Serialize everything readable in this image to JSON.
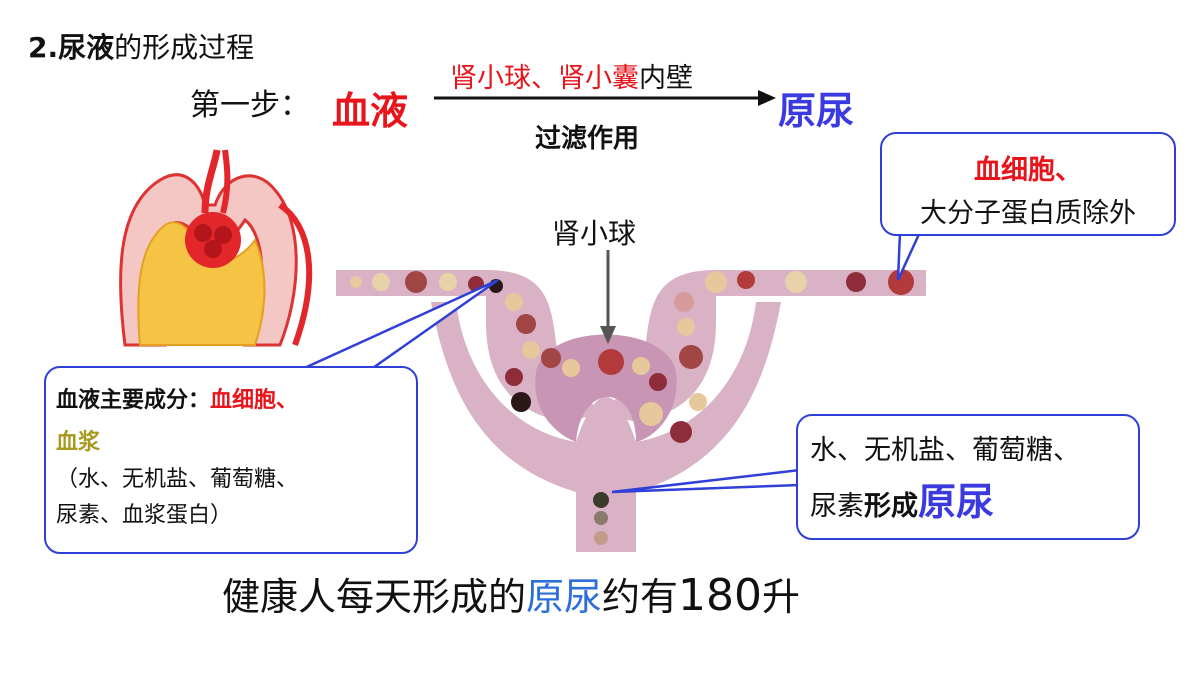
{
  "title": {
    "number": "2.",
    "bold": "尿液",
    "rest": "的形成过程"
  },
  "step": {
    "label": "第一步：",
    "from": "血液",
    "to": "原尿",
    "over_red": "肾小球、肾小囊",
    "over_black": "内壁",
    "under": "过滤作用"
  },
  "glomerulus_label": "肾小球",
  "callout_excluded": {
    "line1": "血细胞、",
    "line2": "大分子蛋白质除外"
  },
  "callout_blood": {
    "label": "血液主要成分：",
    "cells": "血细胞、",
    "plasma": "血浆",
    "detail_line1": "（水、无机盐、葡萄糖、",
    "detail_line2": "尿素、血浆蛋白）"
  },
  "callout_urine": {
    "line1": "水、无机盐、葡萄糖、",
    "line2_a": "尿素",
    "line2_b": "形成",
    "line2_c": "原尿"
  },
  "bottom": {
    "a": "健康人每天形成的",
    "b": "原尿",
    "c": "约有",
    "d": "180",
    "e": "升"
  },
  "colors": {
    "red": "#e8141b",
    "blue": "#3a3ae0",
    "callout_border": "#2f3fd8",
    "plasma": "#a89a1e"
  }
}
